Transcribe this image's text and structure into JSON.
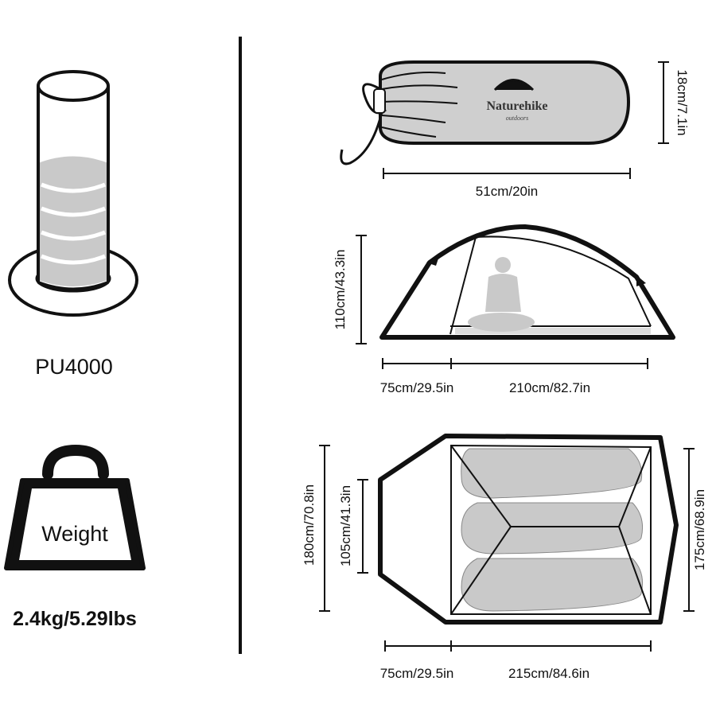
{
  "waterproof": {
    "label": "PU4000"
  },
  "weight": {
    "icon_label": "Weight",
    "value": "2.4kg/5.29lbs"
  },
  "packed": {
    "brand": "Naturehike",
    "brand_sub": "outdoors",
    "length": "51cm/20in",
    "diameter": "18cm/7.1in"
  },
  "side_view": {
    "height": "110cm/43.3in",
    "vestibule": "75cm/29.5in",
    "inner_length": "210cm/82.7in"
  },
  "floor_plan": {
    "outer_width": "180cm/70.8in",
    "vestibule_width": "105cm/41.3in",
    "inner_width": "175cm/68.9in",
    "vestibule": "75cm/29.5in",
    "inner_length": "215cm/84.6in"
  },
  "colors": {
    "ink": "#111111",
    "fill_gray": "#c9c9c9",
    "light_gray": "#dcdcdc"
  }
}
